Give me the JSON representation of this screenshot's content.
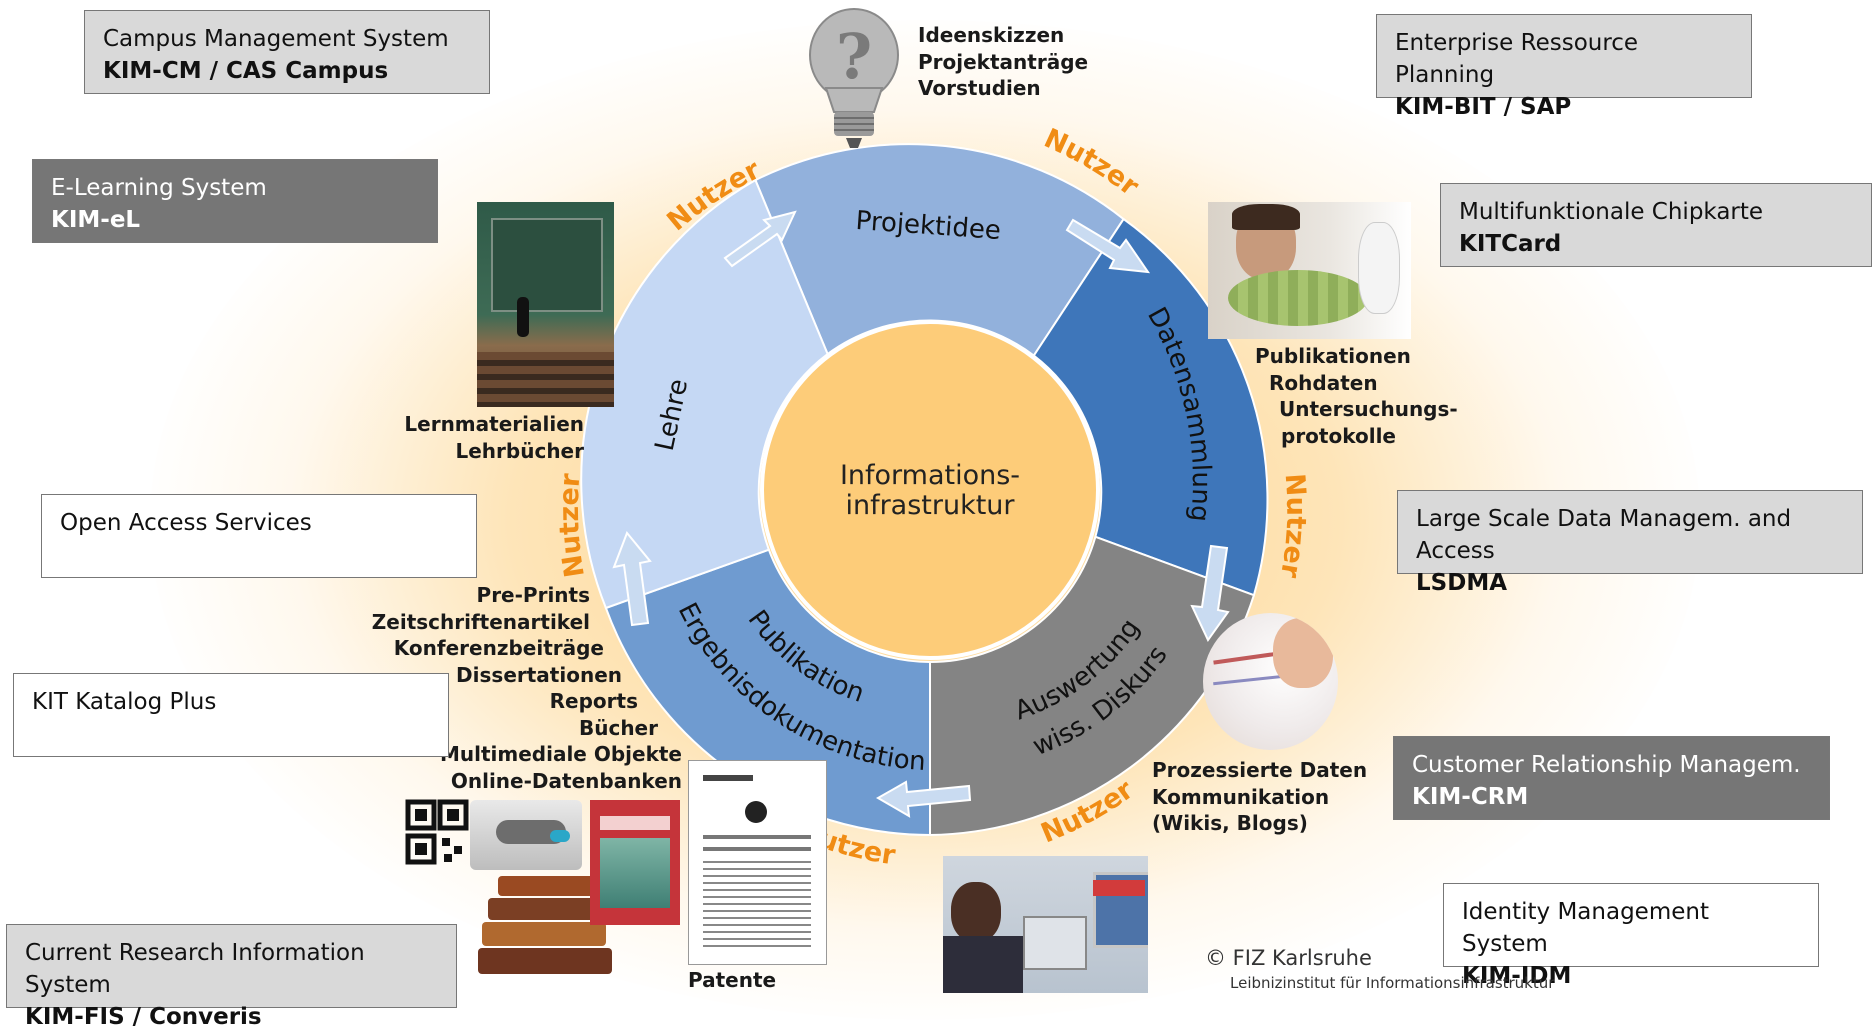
{
  "colors": {
    "segment_top": "#92b1dc",
    "segment_right": "#3e76ba",
    "segment_bottom_right": "#848484",
    "segment_bottom_left": "#6f9bd0",
    "segment_left": "#c5d8f4",
    "center": "#fdcc79",
    "nutzer": "#f08c14"
  },
  "systems": {
    "campus": {
      "name": "Campus Management System",
      "code": "KIM-CM / CAS Campus"
    },
    "elearning": {
      "name": "E-Learning System",
      "code": "KIM-eL"
    },
    "openaccess": {
      "name": "Open Access Services"
    },
    "katalog": {
      "name": "KIT Katalog Plus"
    },
    "cris": {
      "name": "Current Research Information System",
      "code": "KIM-FIS / Converis"
    },
    "erp": {
      "name": "Enterprise Ressource Planning",
      "code": "KIM-BIT / SAP"
    },
    "chipcard": {
      "name": "Multifunktionale Chipkarte",
      "code": "KITCard"
    },
    "lsdma": {
      "name": "Large Scale Data Managem. and Access",
      "code": "LSDMA"
    },
    "crm": {
      "name": "Customer Relationship Managem.",
      "code": "KIM-CRM"
    },
    "idm": {
      "name": "Identity Management System",
      "code": "KIM-IDM"
    }
  },
  "cycle": {
    "center": [
      "Informations-",
      "infrastruktur"
    ],
    "segments": {
      "projektidee": "Projektidee",
      "datensammlung": "Datensammlung",
      "auswertung": [
        "Auswertung",
        "wiss. Diskurs"
      ],
      "publikation": [
        "Publikation",
        "Ergebnisdokumentation"
      ],
      "lehre": "Lehre"
    },
    "nutzer": "Nutzer"
  },
  "outputs": {
    "idee": [
      "Ideenskizzen",
      "Projektanträge",
      "Vorstudien"
    ],
    "daten": [
      "Publikationen",
      "Rohdaten",
      "Untersuchungs-",
      "protokolle"
    ],
    "auswertung": [
      "Prozessierte Daten",
      "Kommunikation",
      "(Wikis, Blogs)"
    ],
    "publikation": [
      "Pre-Prints",
      "Zeitschriftenartikel",
      "Konferenzbeiträge",
      "Dissertationen",
      "Reports",
      "Bücher",
      "Multimediale Objekte",
      "Online-Datenbanken"
    ],
    "patente": "Patente",
    "lehre": [
      "Lernmaterialien",
      "Lehrbücher"
    ]
  },
  "credit": {
    "line1": "© FIZ Karlsruhe",
    "line2": "Leibnizinstitut für Informationsinfrastruktur"
  },
  "icons": [
    "lightbulb-question-icon",
    "lecture-hall-photo",
    "scientist-photo",
    "handwriting-photo",
    "office-photo",
    "books-photo",
    "patent-document",
    "qr-code-icon"
  ]
}
